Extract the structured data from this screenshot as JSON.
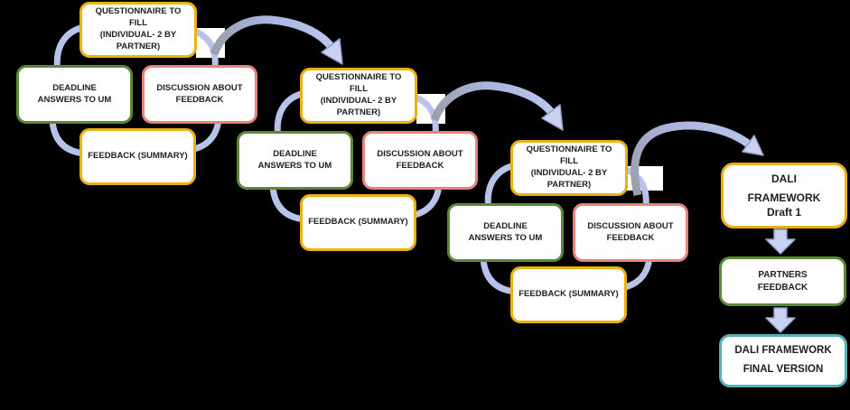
{
  "cycles": [
    {
      "questionnaire_lines": [
        "QUESTIONNAIRE TO FILL",
        "(INDIVIDUAL- 2 BY",
        "PARTNER)"
      ],
      "deadline_lines": [
        "DEADLINE",
        "ANSWERS TO UM"
      ],
      "discussion_lines": [
        "DISCUSSION ABOUT",
        "FEEDBACK"
      ],
      "feedback": "FEEDBACK (SUMMARY)"
    },
    {
      "questionnaire_lines": [
        "QUESTIONNAIRE TO FILL",
        "(INDIVIDUAL- 2 BY",
        "PARTNER)"
      ],
      "deadline_lines": [
        "DEADLINE",
        "ANSWERS TO UM"
      ],
      "discussion_lines": [
        "DISCUSSION ABOUT",
        "FEEDBACK"
      ],
      "feedback": "FEEDBACK (SUMMARY)"
    },
    {
      "questionnaire_lines": [
        "QUESTIONNAIRE TO FILL",
        "(INDIVIDUAL- 2 BY",
        "PARTNER)"
      ],
      "deadline_lines": [
        "DEADLINE",
        "ANSWERS TO UM"
      ],
      "discussion_lines": [
        "DISCUSSION ABOUT",
        "FEEDBACK"
      ],
      "feedback": "FEEDBACK (SUMMARY)"
    }
  ],
  "final_column": {
    "draft_lines": [
      "DALI",
      "FRAMEWORK",
      "Draft 1"
    ],
    "partners_lines": [
      "PARTNERS",
      "FEEDBACK"
    ],
    "final_lines": [
      "DALI FRAMEWORK",
      "FINAL VERSION"
    ]
  },
  "colors": {
    "background": "#000000",
    "box_fill": "#FFFFFF",
    "gold_border": "#EDB10E",
    "green_border": "#5C8A34",
    "red_border": "#E8837A",
    "teal_border": "#55AFB6",
    "text": "#1F1F1F",
    "cycle_arc": "#B7C3E8",
    "arrow_head_fill": "#C9D2F0",
    "arrow_head_stroke": "#96A0CC",
    "arrow_tail_gray": "#9CA0AC"
  }
}
